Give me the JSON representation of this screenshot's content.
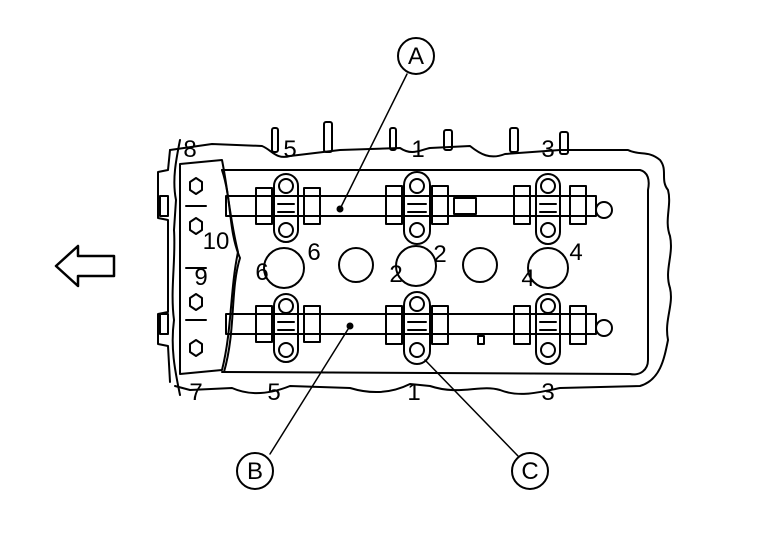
{
  "callouts": {
    "a": "A",
    "b": "B",
    "c": "C"
  },
  "top_row_numbers": {
    "n8": "8",
    "n5": "5",
    "n1": "1",
    "n3": "3"
  },
  "bottom_row_numbers": {
    "n7": "7",
    "n5": "5",
    "n1": "1",
    "n3": "3"
  },
  "left_numbers": {
    "n10": "10",
    "n9": "9"
  },
  "middle_numbers": {
    "n6a": "6",
    "n6b": "6",
    "n2a": "2",
    "n2b": "2",
    "n4a": "4",
    "n4b": "4"
  },
  "colors": {
    "line": "#000000",
    "background": "#ffffff"
  },
  "icons": {
    "direction": "arrow-left-icon"
  }
}
